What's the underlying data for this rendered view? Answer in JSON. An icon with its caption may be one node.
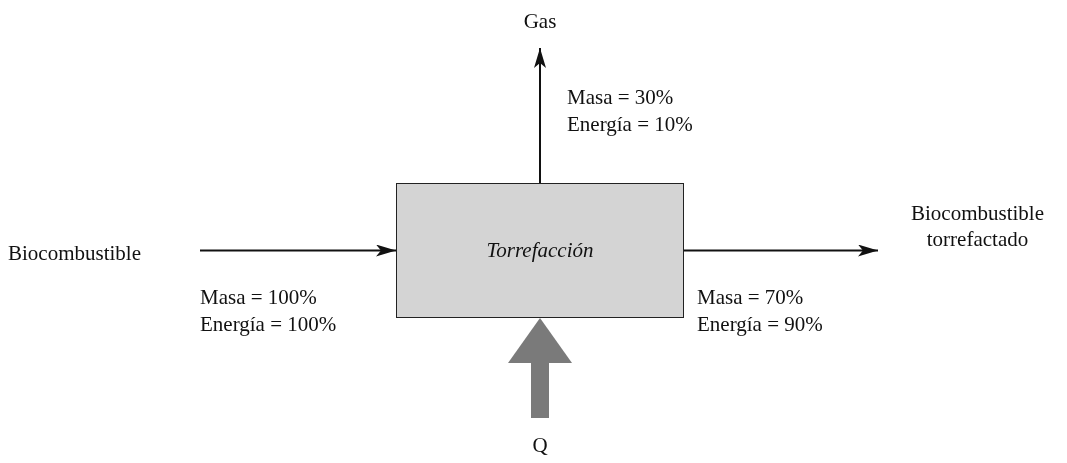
{
  "diagram": {
    "nodes": [
      {
        "text": [
          "Biocombustible"
        ]
      },
      {
        "text": [
          "Torrefacción"
        ]
      },
      {
        "text": [
          "Gas"
        ]
      },
      {
        "text": [
          "Biocombustible torrefactado"
        ]
      },
      {
        "text": [
          "Q"
        ]
      }
    ],
    "edges": [
      {
        "from": 0,
        "to": 1,
        "arrow": "to",
        "label": "Masa = 100% Energía = 100%"
      },
      {
        "from": 1,
        "to": 2,
        "arrow": "to",
        "label": "Masa = 30% Energía = 10%"
      },
      {
        "from": 1,
        "to": 3,
        "arrow": "to",
        "label": "Masa = 70% Energía = 90%"
      },
      {
        "from": 4,
        "to": 1,
        "arrow": "to",
        "style": "thick",
        "color": "#7a7a7a"
      }
    ]
  }
}
